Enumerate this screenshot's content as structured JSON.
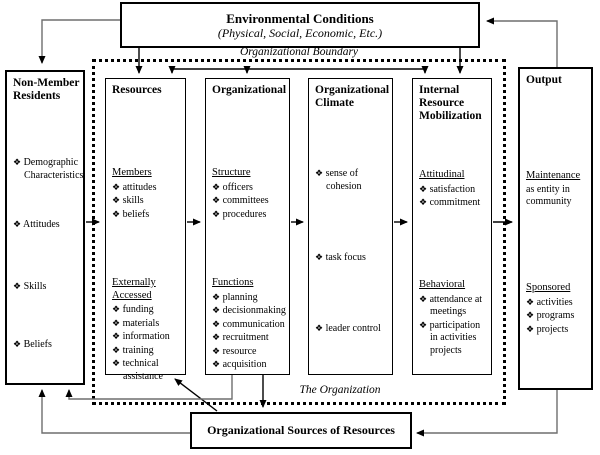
{
  "env_box": {
    "title": "Environmental Conditions",
    "subtitle": "(Physical, Social, Economic, Etc.)"
  },
  "labels": {
    "boundary": "Organizational Boundary",
    "organization": "The Organization"
  },
  "sources_box": {
    "title": "Organizational Sources of Resources"
  },
  "bullet": "❖",
  "colors": {
    "background": "#ffffff",
    "line": "#000000",
    "feedback_line": "#6e6e6e"
  },
  "columns": [
    {
      "id": "non-member-residents",
      "heading": "Non-Member Residents",
      "sections": [
        {
          "items": [
            "Demographic Characteristics"
          ]
        },
        {
          "items": [
            "Attitudes"
          ]
        },
        {
          "items": [
            "Skills"
          ]
        },
        {
          "items": [
            "Beliefs"
          ]
        }
      ]
    },
    {
      "id": "resources",
      "heading": "Resources",
      "sections": [
        {
          "title": "Members",
          "items": [
            "attitudes",
            "skills",
            "beliefs"
          ]
        },
        {
          "title": "Externally Accessed",
          "items": [
            "funding",
            "materials",
            "information",
            "training",
            "technical assistance"
          ]
        }
      ]
    },
    {
      "id": "organizational",
      "heading": "Organizational",
      "sections": [
        {
          "title": "Structure",
          "items": [
            "officers",
            "committees",
            "procedures"
          ]
        },
        {
          "title": "Functions",
          "items": [
            "planning",
            "decisionmaking",
            "communication",
            "recruitment",
            "resource",
            "acquisition"
          ]
        }
      ]
    },
    {
      "id": "organizational-climate",
      "heading": "Organizational Climate",
      "sections": [
        {
          "items": [
            "sense of cohesion"
          ]
        },
        {
          "items": [
            "task focus"
          ]
        },
        {
          "items": [
            "leader control"
          ]
        }
      ]
    },
    {
      "id": "internal-resource-mobilization",
      "heading": "Internal Resource Mobilization",
      "sections": [
        {
          "title": "Attitudinal",
          "items": [
            "satisfaction",
            "commitment"
          ]
        },
        {
          "title": "Behavioral",
          "items": [
            "attendance at meetings",
            "participation in activities projects"
          ]
        }
      ]
    },
    {
      "id": "output",
      "heading": "Output",
      "sections": [
        {
          "title": "Maintenance",
          "plain": "as entity in community"
        },
        {
          "title": "Sponsored",
          "items": [
            "activities",
            "programs",
            "projects"
          ]
        }
      ]
    }
  ]
}
